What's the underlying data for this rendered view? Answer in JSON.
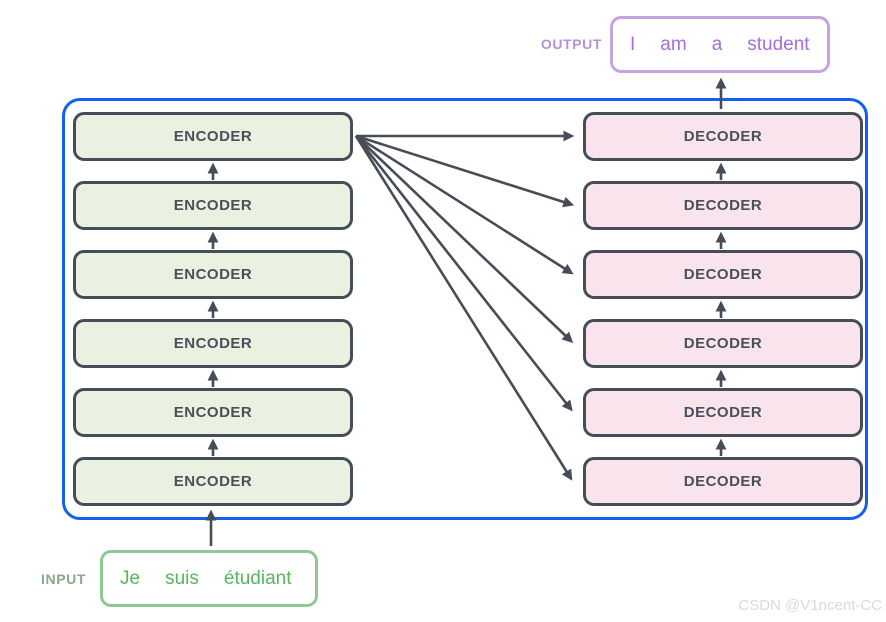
{
  "output_section": {
    "label": "OUTPUT",
    "words": [
      "I",
      "am",
      "a",
      "student"
    ]
  },
  "input_section": {
    "label": "INPUT",
    "words": [
      "Je",
      "suis",
      "étudiant"
    ]
  },
  "encoder_stack": {
    "layers": [
      "ENCODER",
      "ENCODER",
      "ENCODER",
      "ENCODER",
      "ENCODER",
      "ENCODER"
    ]
  },
  "decoder_stack": {
    "layers": [
      "DECODER",
      "DECODER",
      "DECODER",
      "DECODER",
      "DECODER",
      "DECODER"
    ]
  },
  "watermark": "CSDN @V1ncent-CC",
  "colors": {
    "panel_border": "#135ff2",
    "box_border": "#474d57",
    "box_text": "#4a5059",
    "encoder_fill": "#e9f1e1",
    "decoder_fill": "#f9e3ed",
    "output_border": "#c5a3dc",
    "output_text": "#a56ddd",
    "output_label": "#b791d8",
    "input_border": "#90c794",
    "input_text": "#56b65e",
    "input_label": "#87aa8d",
    "arrow": "#474d57",
    "watermark_color": "#d9d9d9"
  }
}
